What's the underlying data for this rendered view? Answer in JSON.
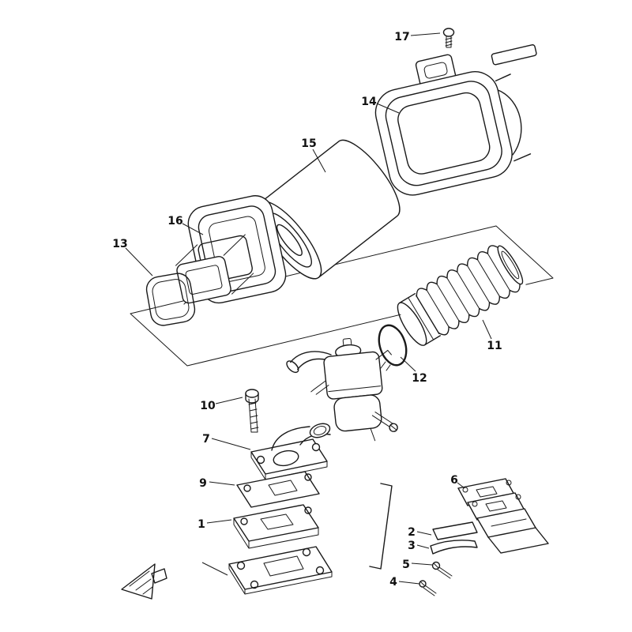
{
  "page": {
    "background_color": "#ffffff",
    "line_color": "#1a1a1a"
  },
  "diagram": {
    "kind": "exploded-parts-line-drawing",
    "callouts": [
      {
        "label": "17",
        "part": "pan-head-screw"
      },
      {
        "label": "14",
        "part": "air-cleaner-case"
      },
      {
        "label": "15",
        "part": "filter-element"
      },
      {
        "label": "16",
        "part": "air-cleaner-cap"
      },
      {
        "label": "13",
        "part": "seal-gasket"
      },
      {
        "label": "11",
        "part": "corrugated-air-duct"
      },
      {
        "label": "12",
        "part": "clamp-ring"
      },
      {
        "label": "10",
        "part": "bolt"
      },
      {
        "label": "7",
        "part": "intake-joint"
      },
      {
        "label": "9",
        "part": "gasket-plate"
      },
      {
        "label": "1",
        "part": "reed-valve-block"
      },
      {
        "label": "6",
        "part": "valve-gasket-plates"
      },
      {
        "label": "2",
        "part": "reed-petal"
      },
      {
        "label": "3",
        "part": "stopper-plate"
      },
      {
        "label": "5",
        "part": "screw"
      },
      {
        "label": "4",
        "part": "screw"
      }
    ]
  }
}
